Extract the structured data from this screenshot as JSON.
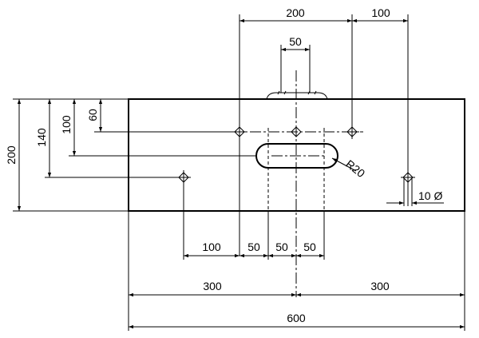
{
  "dimensions": {
    "top_200": "200",
    "top_100": "100",
    "top_50": "50",
    "left_200": "200",
    "left_140": "140",
    "left_100": "100",
    "left_60": "60",
    "bottom_100": "100",
    "bottom_50_a": "50",
    "bottom_50_b": "50",
    "bottom_50_c": "50",
    "bottom_300_left": "300",
    "bottom_300_right": "300",
    "bottom_600": "600",
    "radius": "R20",
    "hole_diameter": "10 Ø"
  }
}
